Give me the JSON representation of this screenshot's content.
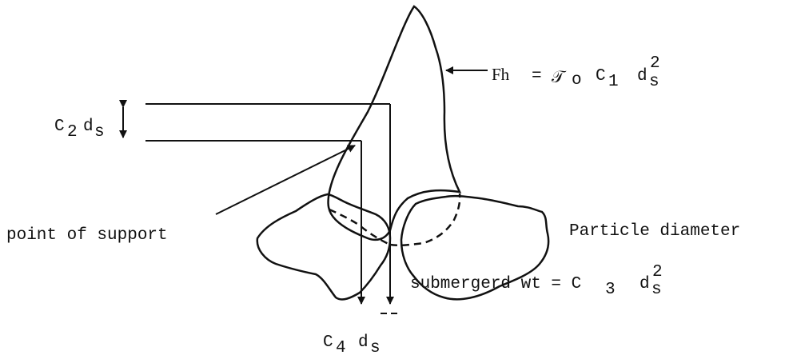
{
  "diagram": {
    "force_label": {
      "lhs": "Fh",
      "equals": "=",
      "tau": "𝒯",
      "tau_sub": "o",
      "c": "C",
      "c_sub": "1",
      "d": "d",
      "d_sub": "s",
      "d_sup": "2"
    },
    "c2_label": {
      "c": "C",
      "c_sub": "2",
      "d": "d",
      "d_sub": "s"
    },
    "particle_label": "Particle diameter",
    "support_label": "point of support",
    "weight_label": {
      "text": "submergerd wt = C",
      "c_sub": "3",
      "d": "d",
      "d_sub": "s",
      "d_sup": "2"
    },
    "c4_label": {
      "c": "C",
      "c_sub": "4",
      "d": "d",
      "d_sub": "s"
    }
  },
  "colors": {
    "ink": "#111111",
    "background": "#ffffff"
  }
}
